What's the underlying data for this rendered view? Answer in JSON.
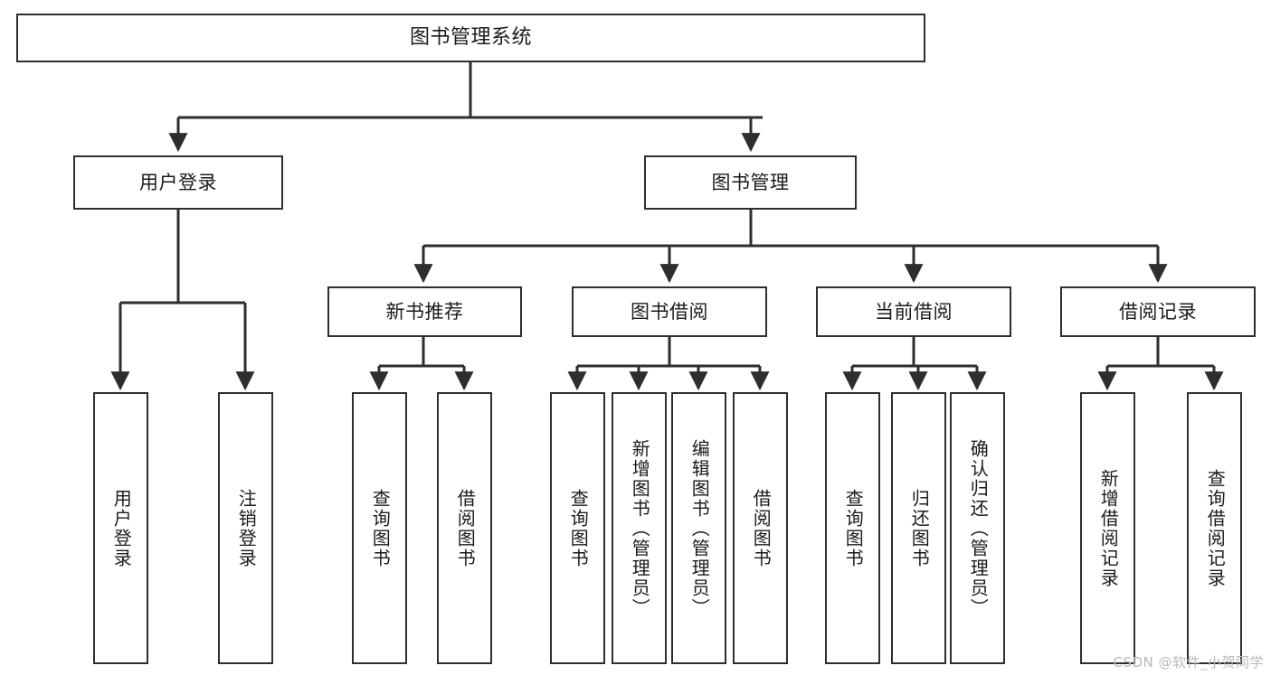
{
  "diagram": {
    "title": "图书管理系统",
    "type": "hierarchy-tree",
    "watermark": "CSDN @软件_小贺同学",
    "colors": {
      "stroke": "#2e2e2e",
      "background": "#ffffff",
      "text": "#1b1b1b",
      "watermark": "#b9b9b9"
    },
    "nodes": {
      "root": {
        "label": "图书管理系统",
        "level": 0
      },
      "user_login": {
        "label": "用户登录",
        "level": 1
      },
      "book_manage": {
        "label": "图书管理",
        "level": 1
      },
      "new_book_rec": {
        "label": "新书推荐",
        "level": 2
      },
      "book_borrow": {
        "label": "图书借阅",
        "level": 2
      },
      "current_borrow": {
        "label": "当前借阅",
        "level": 2
      },
      "borrow_record": {
        "label": "借阅记录",
        "level": 2
      },
      "leaf_user_login": {
        "label": "用户登录",
        "level": 3
      },
      "leaf_logout": {
        "label": "注销登录",
        "level": 3
      },
      "leaf_query_book_1": {
        "label": "查询图书",
        "level": 3
      },
      "leaf_borrow_book_1": {
        "label": "借阅图书",
        "level": 3
      },
      "leaf_query_book_2": {
        "label": "查询图书",
        "level": 3
      },
      "leaf_add_book": {
        "label": "新增图书（管理员）",
        "level": 3
      },
      "leaf_edit_book": {
        "label": "编辑图书（管理员）",
        "level": 3
      },
      "leaf_borrow_book_2": {
        "label": "借阅图书",
        "level": 3
      },
      "leaf_query_book_3": {
        "label": "查询图书",
        "level": 3
      },
      "leaf_return_book": {
        "label": "归还图书",
        "level": 3
      },
      "leaf_confirm_return": {
        "label": "确认归还（管理员）",
        "level": 3
      },
      "leaf_add_record": {
        "label": "新增借阅记录",
        "level": 3
      },
      "leaf_query_record": {
        "label": "查询借阅记录",
        "level": 3
      }
    }
  }
}
